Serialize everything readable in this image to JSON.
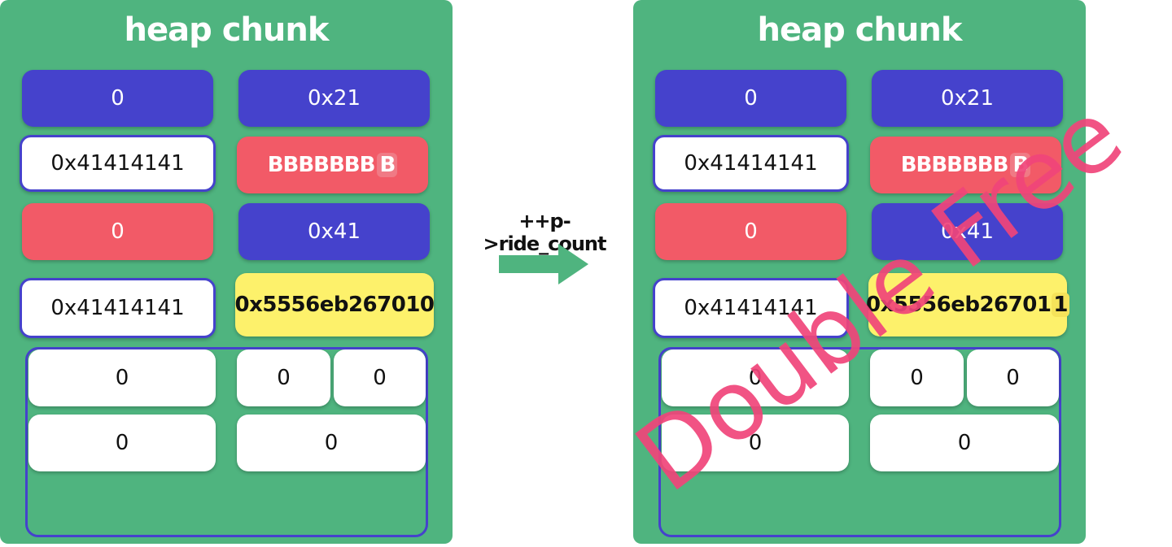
{
  "left_chunk": {
    "title": "heap chunk",
    "prev_size": "0",
    "size": "0x21",
    "fd": "0x41414141",
    "bk_main": "BBBBBBB",
    "bk_tail": "B",
    "prev_size2": "0",
    "size2": "0x41",
    "fd2": "0x41414141",
    "bk2": "0x5556eb267010",
    "row3_a": "0",
    "row3_b": "0",
    "row3_c": "0",
    "row4_a": "0",
    "row4_b": "0"
  },
  "operation": "++p->ride_count",
  "right_chunk": {
    "title": "heap chunk",
    "prev_size": "0",
    "size": "0x21",
    "fd": "0x41414141",
    "bk_main": "BBBBBBB",
    "bk_tail": "B",
    "prev_size2": "0",
    "size2": "0x41",
    "fd2": "0x41414141",
    "bk2_main": "0x5556eb26701",
    "bk2_tail": "1",
    "row3_a": "0",
    "row3_b": "0",
    "row3_c": "0",
    "row4_a": "0",
    "row4_b": "0"
  },
  "stamp": "Double Free",
  "colors": {
    "chunk_bg": "#4fb47f",
    "blue": "#4542cc",
    "red": "#f25a67",
    "yellow": "#fdf16b",
    "stamp": "#f0457a",
    "arrow": "#4fb47f"
  }
}
